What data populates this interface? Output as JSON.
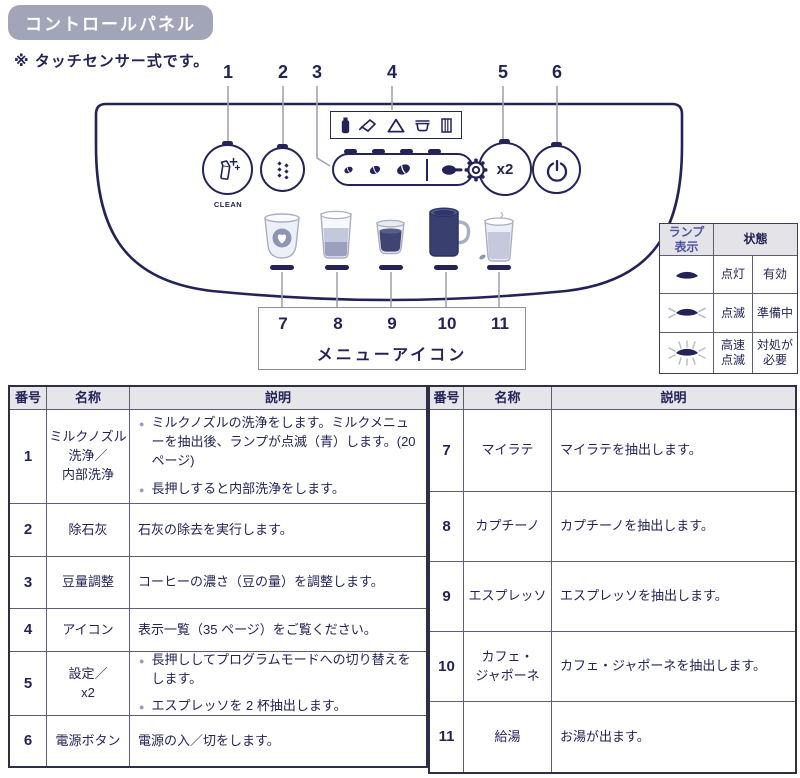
{
  "page": {
    "title": "コントロールパネル",
    "note": "※ タッチセンサー式です。"
  },
  "colors": {
    "navy": "#232358",
    "badge_bg": "#a2a5b8",
    "callout_line": "#a3a3af",
    "table_header_bg": "#e6e6ea",
    "lamp_header_accent": "#4c55a5",
    "bullet_gray": "#99a0b6"
  },
  "diagram": {
    "callout_numbers": [
      "1",
      "2",
      "3",
      "4",
      "5",
      "6"
    ],
    "buttons": [
      {
        "num": "1",
        "icon": "milk-nozzle-clean-icon",
        "label": "CLEAN"
      },
      {
        "num": "2",
        "icon": "descale-icon"
      },
      {
        "num": "3",
        "icon": "bean-quantity-selector"
      },
      {
        "num": "4",
        "icon": "status-icon-strip"
      },
      {
        "num": "5",
        "icon": "settings-gear-icon",
        "label": "x2"
      },
      {
        "num": "6",
        "icon": "power-icon"
      }
    ],
    "clean_label": "CLEAN",
    "x2_label": "x2",
    "status_icons": [
      "water-tank-icon",
      "descale-pour-icon",
      "warning-icon",
      "drip-tray-icon",
      "bean-container-icon"
    ],
    "menu_numbers": [
      "7",
      "8",
      "9",
      "10",
      "11"
    ],
    "menu_label": "メニューアイコン",
    "menu_icons": [
      "my-latte-cup-icon",
      "cappuccino-cup-icon",
      "espresso-cup-icon",
      "cafe-japone-mug-icon",
      "hot-water-cup-icon"
    ]
  },
  "lamp_table": {
    "header_lamp": "ランプ\n表示",
    "header_status": "状態",
    "rows": [
      {
        "lamp_icon": "lamp-solid-icon",
        "state": "点灯",
        "meaning": "有効"
      },
      {
        "lamp_icon": "lamp-blink-icon",
        "state": "点滅",
        "meaning": "準備中"
      },
      {
        "lamp_icon": "lamp-fast-blink-icon",
        "state": "高速\n点滅",
        "meaning": "対処が\n必要"
      }
    ]
  },
  "tables": [
    {
      "headers": [
        "番号",
        "名称",
        "説明"
      ],
      "rows": [
        {
          "num": "1",
          "name": "ミルクノズル\n洗浄／\n内部洗浄",
          "desc": [
            "ミルクノズルの洗浄をします。ミルクメニューを抽出後、ランプが点滅（青）します。(20 ページ)",
            "長押しすると内部洗浄をします。"
          ]
        },
        {
          "num": "2",
          "name": "除石灰",
          "desc": [
            "石灰の除去を実行します。"
          ]
        },
        {
          "num": "3",
          "name": "豆量調整",
          "desc": [
            "コーヒーの濃さ（豆の量）を調整します。"
          ]
        },
        {
          "num": "4",
          "name": "アイコン",
          "desc": [
            "表示一覧（35 ページ）をご覧ください。"
          ]
        },
        {
          "num": "5",
          "name": "設定／\nx2",
          "desc": [
            "長押ししてプログラムモードへの切り替えをします。",
            "エスプレッソを 2 杯抽出します。"
          ]
        },
        {
          "num": "6",
          "name": "電源ボタン",
          "desc": [
            "電源の入／切をします。"
          ]
        }
      ]
    },
    {
      "headers": [
        "番号",
        "名称",
        "説明"
      ],
      "rows": [
        {
          "num": "7",
          "name": "マイラテ",
          "desc": [
            "マイラテを抽出します。"
          ]
        },
        {
          "num": "8",
          "name": "カプチーノ",
          "desc": [
            "カプチーノを抽出します。"
          ]
        },
        {
          "num": "9",
          "name": "エスプレッソ",
          "desc": [
            "エスプレッソを抽出します。"
          ]
        },
        {
          "num": "10",
          "name": "カフェ・\nジャポーネ",
          "desc": [
            "カフェ・ジャポーネを抽出します。"
          ]
        },
        {
          "num": "11",
          "name": "給湯",
          "desc": [
            "お湯が出ます。"
          ]
        }
      ]
    }
  ]
}
